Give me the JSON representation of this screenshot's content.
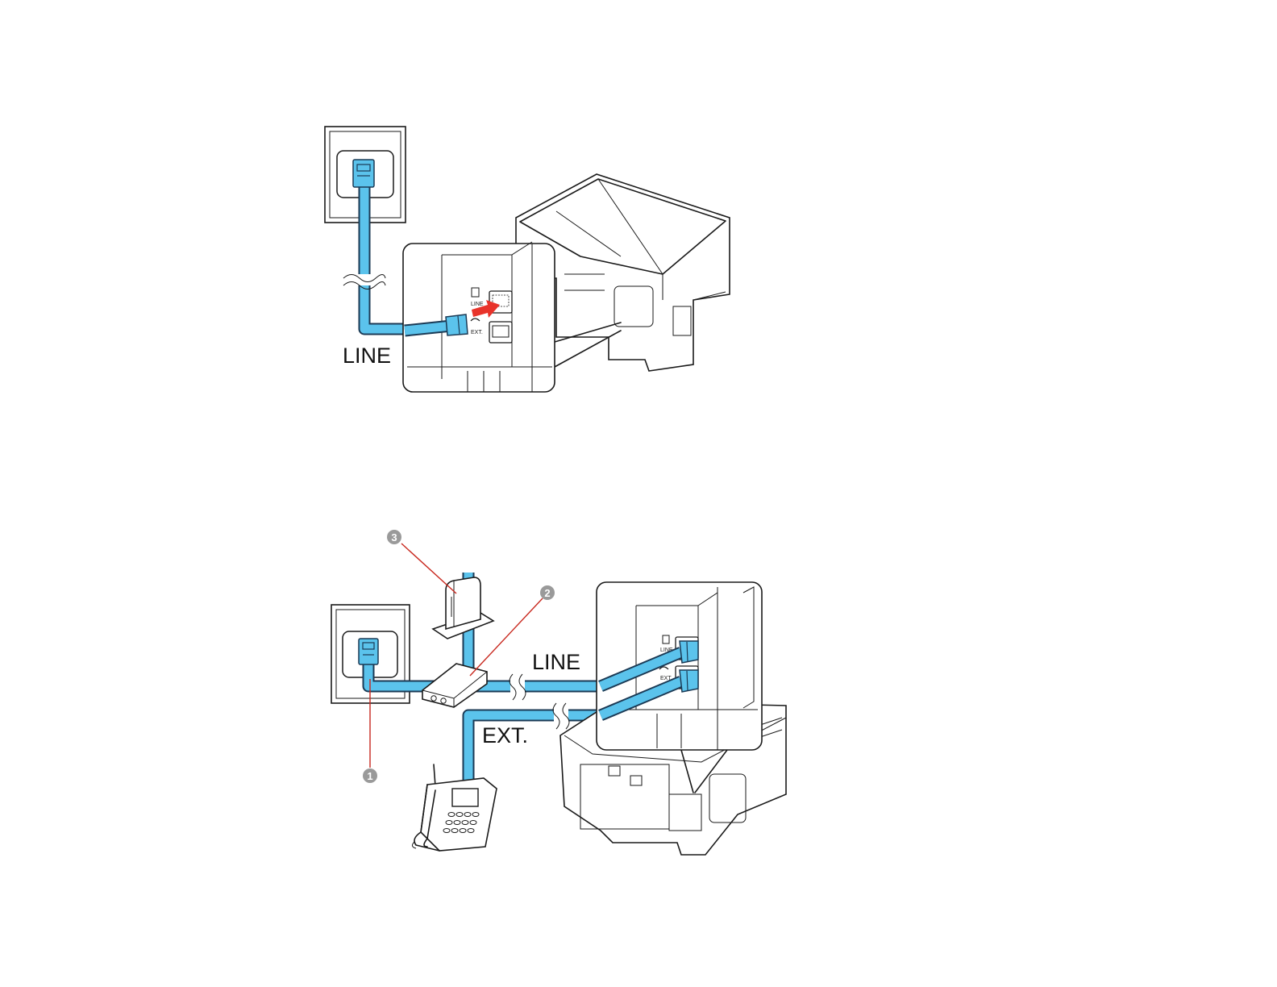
{
  "diagram1": {
    "line_label": "LINE",
    "port_line_label": "LINE",
    "port_ext_label": "EXT."
  },
  "diagram2": {
    "line_label": "LINE",
    "ext_label": "EXT.",
    "port_line_label": "LINE",
    "port_ext_label": "EXT.",
    "callouts": [
      "1",
      "2",
      "3"
    ]
  },
  "colors": {
    "cable": "#5bc3ec",
    "cable_outline": "#1b3a55",
    "arrow": "#e8332a",
    "callout_line": "#c8281e",
    "callout_badge": "#9a9a9a"
  }
}
